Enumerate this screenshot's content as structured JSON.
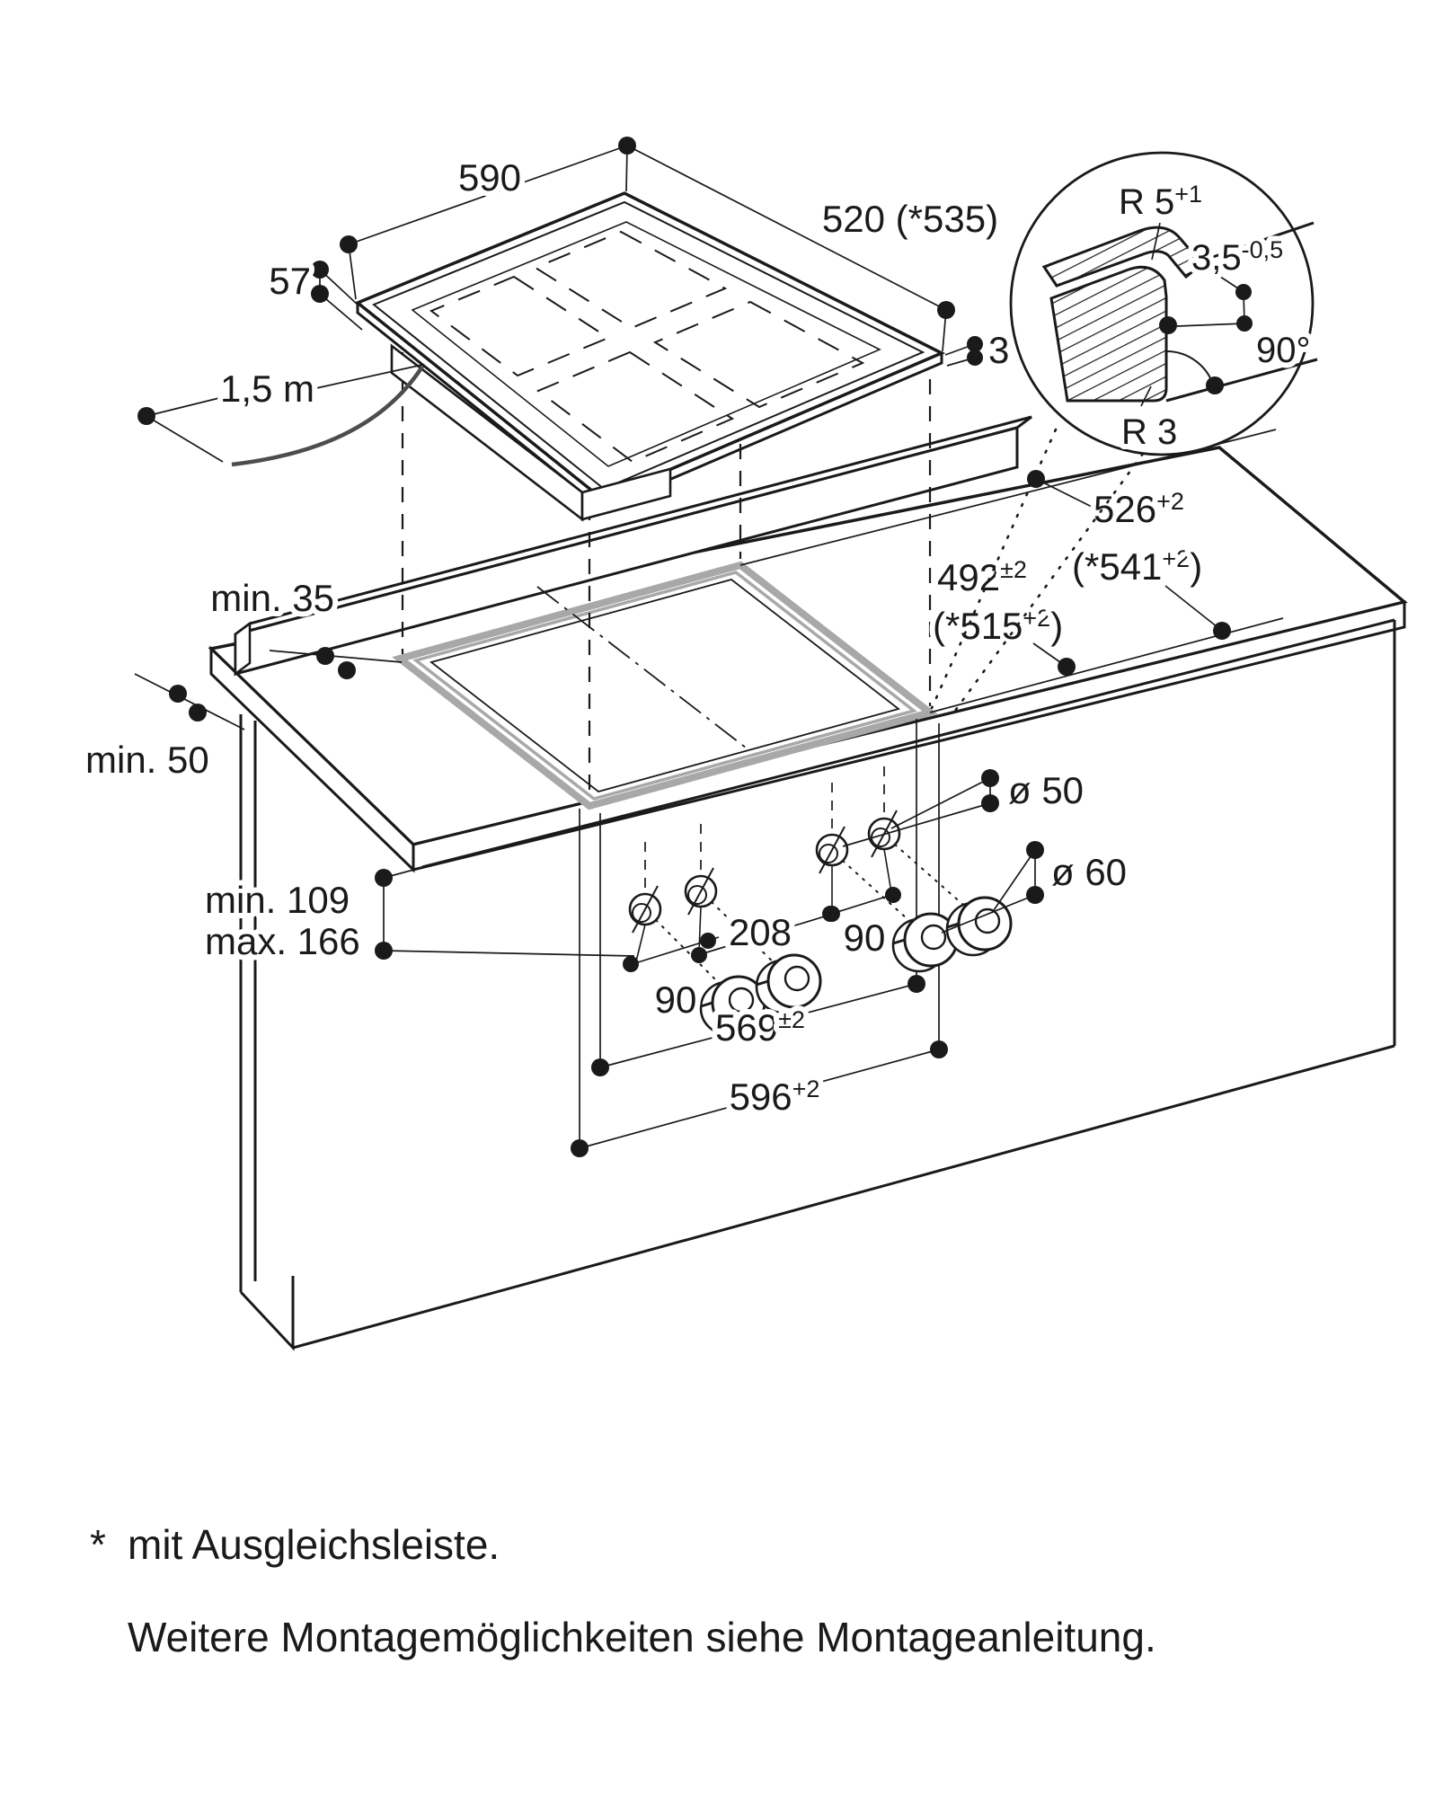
{
  "colors": {
    "line": "#1a1a1a",
    "cutout_highlight": "#a8a8a8",
    "cable": "#4d4d4d",
    "background": "#ffffff"
  },
  "labels": {
    "dim590": "590",
    "dim520": "520 (*535)",
    "dim57": "57",
    "dim3": "3",
    "cable": "1,5 m",
    "min35": "min. 35",
    "min50": "min. 50",
    "d526": {
      "base": "526",
      "sup": "+2"
    },
    "d541": {
      "open": "(*541",
      "sup": "+2",
      "close": ")"
    },
    "d492": {
      "base": "492",
      "sup": "±2"
    },
    "d515": {
      "open": "(*515",
      "sup": "+2",
      "close": ")"
    },
    "dia50": "ø 50",
    "dia60": "ø 60",
    "d208": "208",
    "d90left": "90",
    "d90right": "90",
    "min109": "min. 109",
    "max166": "max. 166",
    "d569": {
      "base": "569",
      "sup": "±2"
    },
    "d596": {
      "base": "596",
      "sup": "+2"
    },
    "detailR5": {
      "base": "R 5",
      "sup": "+1"
    },
    "detail35": {
      "base": "3,5",
      "sup": "-0,5"
    },
    "detail90": "90°",
    "detailR3": "R 3"
  },
  "footnote": {
    "marker": "*",
    "line1": "mit Ausgleichsleiste.",
    "line2": "Weitere Montagemöglichkeiten siehe Montageanleitung."
  }
}
